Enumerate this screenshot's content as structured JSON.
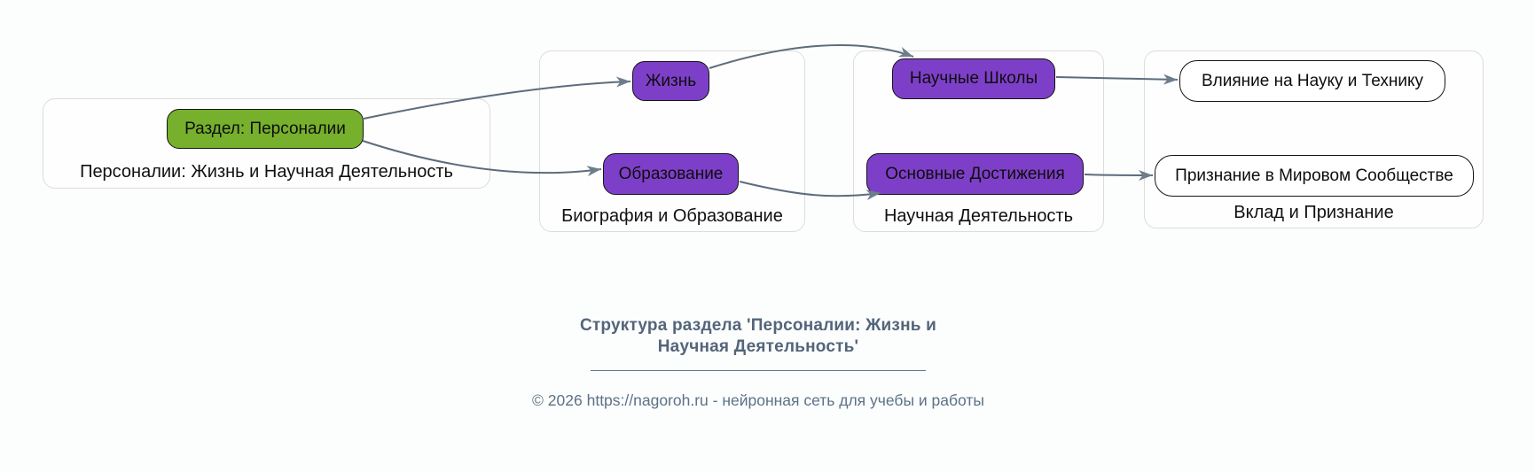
{
  "diagram": {
    "clusters": [
      {
        "label": "Персоналии: Жизнь и Научная Деятельность"
      },
      {
        "label": "Биография и Образование"
      },
      {
        "label": "Научная Деятельность"
      },
      {
        "label": "Вклад и Признание"
      }
    ],
    "nodes": [
      {
        "id": "razdel-personalii",
        "label": "Раздел: Персоналии",
        "style": "green"
      },
      {
        "id": "zhizn",
        "label": "Жизнь",
        "style": "purple"
      },
      {
        "id": "obrazovanie",
        "label": "Образование",
        "style": "purple"
      },
      {
        "id": "nauchnye-shkoly",
        "label": "Научные Школы",
        "style": "purple"
      },
      {
        "id": "osnovnye-dostizheniya",
        "label": "Основные Достижения",
        "style": "purple"
      },
      {
        "id": "vliyanie-na-nauku",
        "label": "Влияние на Науку и Технику",
        "style": "outline"
      },
      {
        "id": "priznanie-v-soobshchestve",
        "label": "Признание в Мировом Сообществе",
        "style": "outline"
      }
    ],
    "edges": [
      {
        "from": "razdel-personalii",
        "to": "zhizn"
      },
      {
        "from": "razdel-personalii",
        "to": "obrazovanie"
      },
      {
        "from": "zhizn",
        "to": "nauchnye-shkoly"
      },
      {
        "from": "obrazovanie",
        "to": "osnovnye-dostizheniya"
      },
      {
        "from": "nauchnye-shkoly",
        "to": "vliyanie-na-nauku"
      },
      {
        "from": "osnovnye-dostizheniya",
        "to": "priznanie-v-soobshchestve"
      }
    ]
  },
  "footer": {
    "title": "Структура раздела 'Персоналии: Жизнь и Научная Деятельность'",
    "copyright": "© 2026 https://nagoroh.ru - нейронная сеть для учебы и работы"
  },
  "colors": {
    "node_green": "#76b02c",
    "node_purple": "#7e3fc8",
    "node_outline_fill": "#ffffff",
    "node_border": "#141414",
    "cluster_border": "#dcdcdc",
    "edge_stroke": "#5c6c7c",
    "arrowhead_fill": "#6e7d8c",
    "footer_title_text": "#53657a",
    "footer_copy_text": "#5d7287"
  }
}
